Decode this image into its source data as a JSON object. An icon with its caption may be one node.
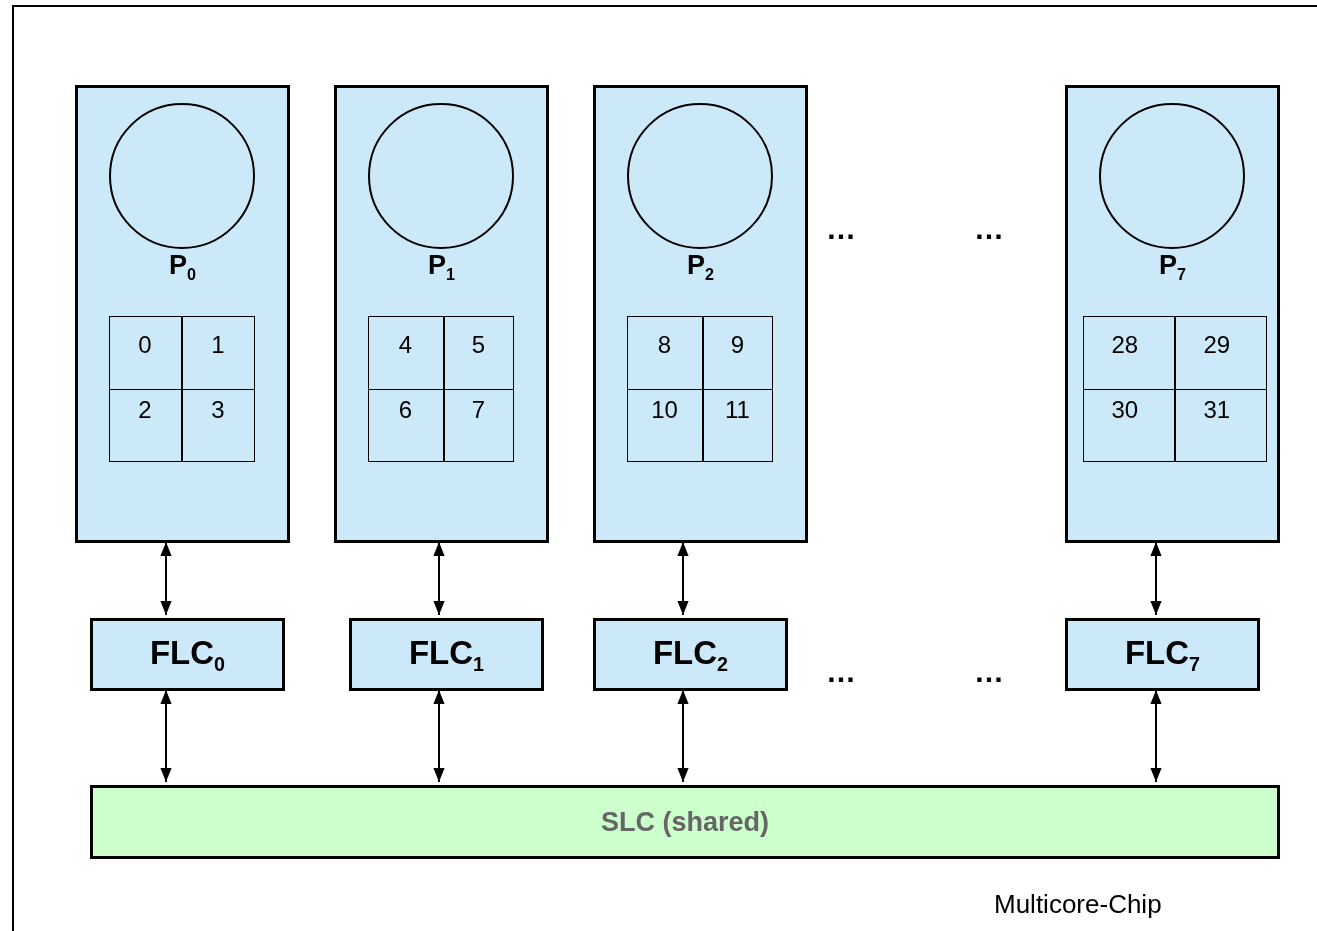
{
  "diagram": {
    "nodes": [
      {
        "text": [
          "Multicore-Chip"
        ]
      },
      {
        "text": [
          "P$_{0}$"
        ],
        "in": 0
      },
      {
        "text": [],
        "shape": "circle",
        "in": 1
      },
      {
        "text": [
          "P$_{1}$"
        ],
        "in": 0
      },
      {
        "text": [],
        "shape": "circle",
        "in": 3
      },
      {
        "text": [
          "P$_{2}$"
        ],
        "in": 0
      },
      {
        "text": [],
        "shape": "circle",
        "in": 5
      },
      {
        "text": [
          "P$_{7}$"
        ],
        "in": 0
      },
      {
        "text": [],
        "shape": "circle",
        "in": 7
      },
      {
        "text": [
          "FLC$_{0}$"
        ],
        "in": 0
      },
      {
        "text": [
          "FLC$_{1}$"
        ],
        "in": 0
      },
      {
        "text": [
          "FLC$_{2}$"
        ],
        "in": 0
      },
      {
        "text": [
          "FLC$_{7}$"
        ],
        "in": 0
      },
      {
        "text": [
          "SLC (shared)"
        ],
        "in": 0
      }
    ],
    "edges": [
      {
        "from": 1,
        "to": 9,
        "arrow": "both"
      },
      {
        "from": 3,
        "to": 10,
        "arrow": "both"
      },
      {
        "from": 5,
        "to": 11,
        "arrow": "both"
      },
      {
        "from": 7,
        "to": 12,
        "arrow": "both"
      },
      {
        "from": 9,
        "to": 13,
        "arrow": "both"
      },
      {
        "from": 10,
        "to": 13,
        "arrow": "both"
      },
      {
        "from": 11,
        "to": 13,
        "arrow": "both"
      },
      {
        "from": 12,
        "to": 13,
        "arrow": "both"
      }
    ],
    "labels": [
      "0",
      "1",
      "2",
      "3",
      "4",
      "5",
      "6",
      "7",
      "8",
      "9",
      "10",
      "11",
      "28",
      "29",
      "30",
      "31",
      "…",
      "…",
      "…",
      "…"
    ]
  }
}
